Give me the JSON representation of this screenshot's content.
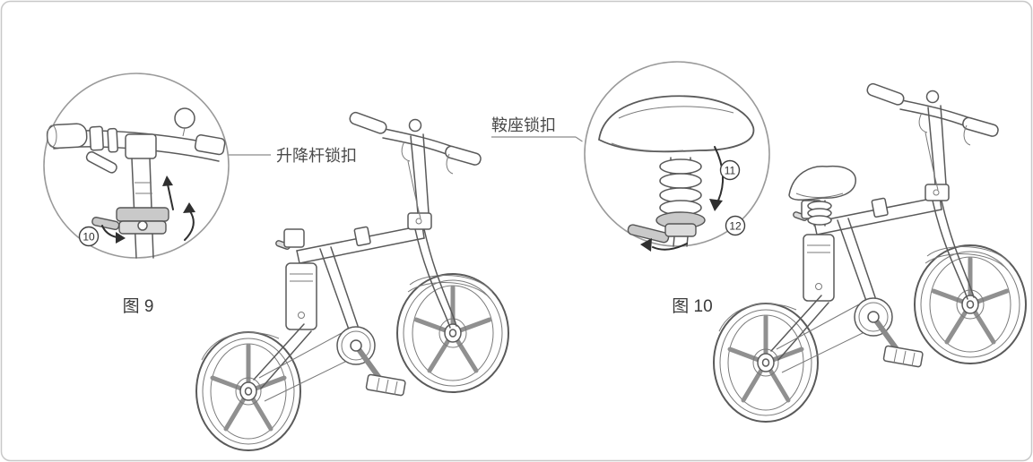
{
  "figures": {
    "fig9": {
      "caption": "图 9",
      "label": "升降杆锁扣",
      "callout_10": "10"
    },
    "fig10": {
      "caption": "图 10",
      "label": "鞍座锁扣",
      "callout_11": "11",
      "callout_12": "12"
    }
  },
  "colors": {
    "line": "#5a5a5a",
    "metal": "#c9c9c9",
    "panel_border": "#c8c8c8",
    "background": "#ffffff"
  }
}
